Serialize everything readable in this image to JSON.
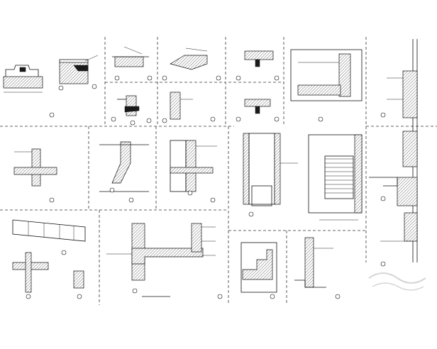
{
  "canvas": {
    "background": "#ffffff",
    "line_color": "#111111"
  },
  "sheet": {
    "panels": [
      {
        "id": "p1",
        "title": "",
        "scale": ""
      },
      {
        "id": "p2",
        "title": "",
        "scale": ""
      },
      {
        "id": "p3",
        "title": "",
        "scale": ""
      },
      {
        "id": "p4",
        "title": "",
        "scale": ""
      },
      {
        "id": "p5",
        "title": "",
        "scale": ""
      },
      {
        "id": "p6",
        "title": "",
        "scale": ""
      },
      {
        "id": "p7",
        "title": "",
        "scale": ""
      },
      {
        "id": "p8",
        "title": "",
        "scale": ""
      },
      {
        "id": "p9",
        "title": "",
        "scale": ""
      },
      {
        "id": "p10",
        "title": "",
        "scale": ""
      },
      {
        "id": "p11",
        "title": "",
        "scale": ""
      },
      {
        "id": "p12",
        "title": "",
        "scale": ""
      },
      {
        "id": "p13",
        "title": "",
        "scale": ""
      },
      {
        "id": "p14",
        "title": "",
        "scale": ""
      },
      {
        "id": "p15",
        "title": "",
        "scale": ""
      },
      {
        "id": "p16",
        "title": "",
        "scale": ""
      },
      {
        "id": "p17",
        "title": "",
        "scale": ""
      },
      {
        "id": "p18",
        "title": "",
        "scale": ""
      },
      {
        "id": "p19",
        "title": "",
        "scale": ""
      },
      {
        "id": "p20",
        "title": "",
        "scale": ""
      }
    ],
    "watermark": {
      "text": "",
      "icon": "watermark-logo"
    }
  }
}
